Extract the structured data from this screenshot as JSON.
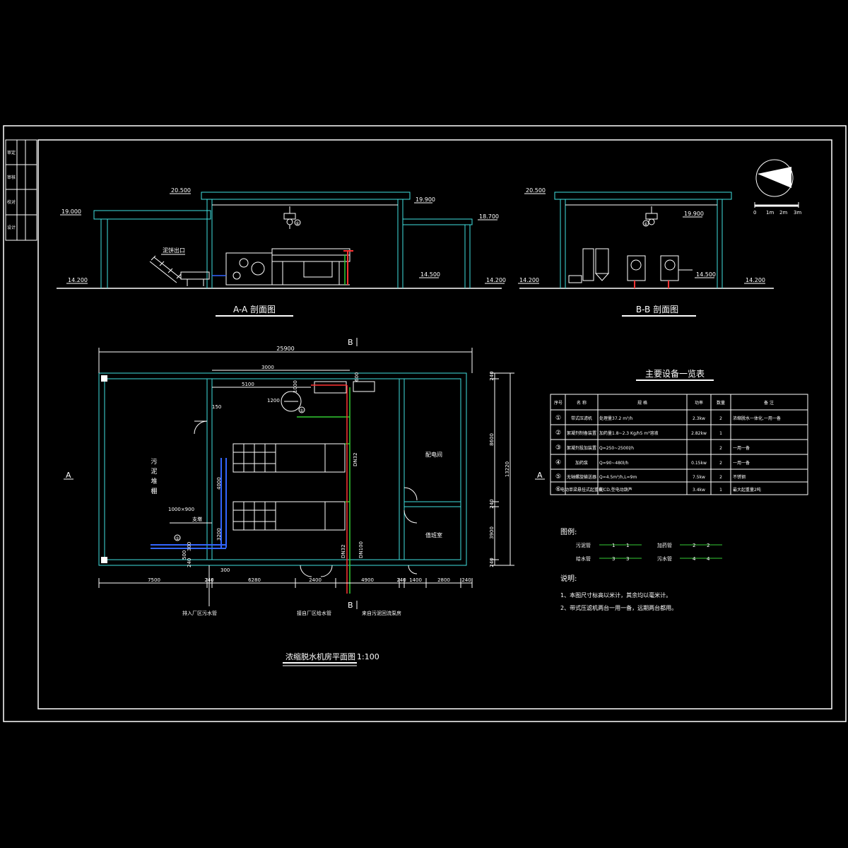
{
  "section_aa": {
    "title": "A-A 剖面图",
    "elevations": [
      "20.500",
      "19.900",
      "19.000",
      "18.700",
      "14.200",
      "14.500",
      "14.200"
    ],
    "label_outlet": "泥饼出口"
  },
  "section_bb": {
    "title": "B-B 剖面图",
    "elevations": [
      "20.500",
      "19.900",
      "14.200",
      "14.500",
      "14.200"
    ]
  },
  "scale_bar": {
    "ticks": [
      "0",
      "1m",
      "2m",
      "3m"
    ]
  },
  "plan": {
    "title": "浓缩脱水机房平面图",
    "scale": "1:100",
    "section_marks": {
      "a_left": "A",
      "a_right": "A",
      "b_top": "B",
      "b_bottom": "B"
    },
    "dims_top": [
      "25900",
      "3000",
      "5100",
      "1000",
      "600",
      "150"
    ],
    "dims_bottom": [
      "7500",
      "240",
      "6280",
      "2400",
      "4900",
      "240",
      "1400",
      "2800",
      "240"
    ],
    "dims_right": [
      "240",
      "8600",
      "240",
      "3900",
      "240",
      "13220"
    ],
    "dims_misc": [
      "1000×900",
      "4000",
      "3200",
      "500",
      "300",
      "240",
      "300",
      "1200"
    ],
    "room_sludge": [
      "污",
      "泥",
      "堆",
      "棚"
    ],
    "room_distribution": "配电间",
    "room_duty": "值班室",
    "pipe_labels": [
      "DN32",
      "DN32",
      "DN100"
    ],
    "callouts": {
      "c1": "排入厂区污水管",
      "c2": "接自厂区给水管",
      "c3": "来自污泥回流泵房",
      "c4": "支墩"
    },
    "markers": [
      "①",
      "②",
      "③",
      "④",
      "⑤",
      "⑥"
    ]
  },
  "equipment_table": {
    "title": "主要设备一览表",
    "headers": [
      "序号",
      "名 称",
      "规 格",
      "功率",
      "数量",
      "备 注"
    ],
    "rows": [
      [
        "①",
        "带式压滤机",
        "处理量37.2 m³/h",
        "2.3kw",
        "2",
        "浓缩脱水一体化,一用一备"
      ],
      [
        "②",
        "絮凝剂制备装置",
        "加药量1.8~2.3 Kg/h5 m³溶液",
        "2.82kw",
        "1",
        ""
      ],
      [
        "③",
        "絮凝剂投加装置",
        "Q=250~2500l/h",
        "",
        "2",
        "一用一备"
      ],
      [
        "④",
        "加药泵",
        "Q=90~480l/h",
        "0.15kw",
        "2",
        "一用一备"
      ],
      [
        "⑤",
        "无轴螺旋输送器",
        "Q=4.5m³/h,L=9m",
        "7.5kw",
        "2",
        "不锈钢"
      ],
      [
        "⑥",
        "电动单梁悬挂式起重机",
        "配CD,型电动葫芦",
        "3.4kw",
        "1",
        "最大起重量2吨"
      ]
    ]
  },
  "legend": {
    "title": "图例:",
    "items": [
      {
        "label": "污泥管",
        "code": "1"
      },
      {
        "label": "加药管",
        "code": "2"
      },
      {
        "label": "给水管",
        "code": "3"
      },
      {
        "label": "污水管",
        "code": "4"
      }
    ]
  },
  "notes": {
    "title": "说明:",
    "items": [
      "1、本图尺寸标高以米计，其余均以毫米计。",
      "2、带式压滤机两台一用一备，远期两台都用。"
    ]
  },
  "title_block": [
    "审定",
    "审核",
    "校对",
    "设计"
  ],
  "colors": {
    "wall": "#40e0e0",
    "text": "#ffffff",
    "pipe_green": "#33cc33",
    "pipe_red": "#ff3333",
    "pipe_blue": "#3366ff"
  }
}
